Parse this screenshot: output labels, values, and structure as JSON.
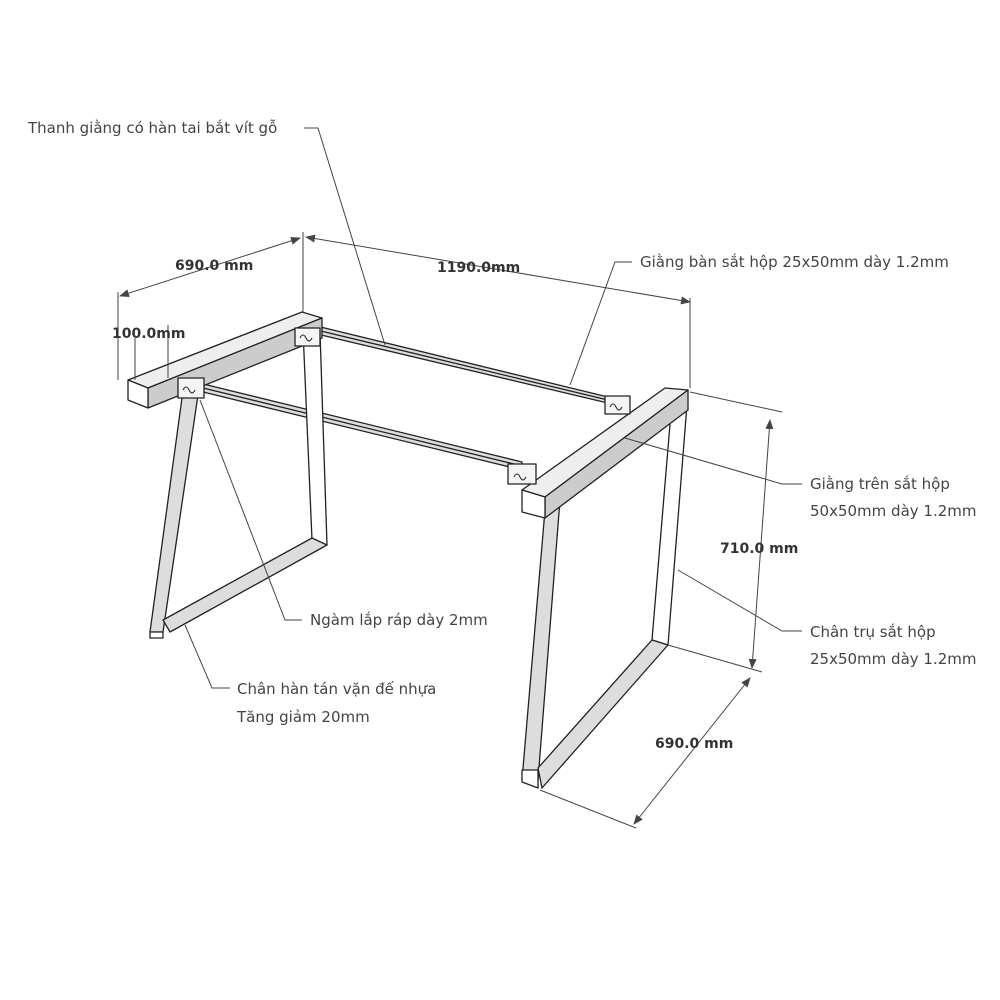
{
  "labels": {
    "crossbar_tabs": "Thanh giằng có hàn tai bắt vít gỗ",
    "table_brace_line1": "Giằng bàn sắt hộp 25x50mm dày 1.2mm",
    "top_brace_line1": "Giằng trên sắt hộp",
    "top_brace_line2": "50x50mm dày 1.2mm",
    "leg_post_line1": "Chân trụ sắt hộp",
    "leg_post_line2": "25x50mm dày 1.2mm",
    "joint": "Ngàm lắp ráp dày 2mm",
    "foot_line1": "Chân hàn tán vặn đế nhựa",
    "foot_line2": "Tăng giảm 20mm"
  },
  "dimensions": {
    "depth_top": "690.0 mm",
    "length": "1190.0mm",
    "beam_height": "100.0mm",
    "height": "710.0 mm",
    "depth_bottom": "690.0 mm"
  }
}
